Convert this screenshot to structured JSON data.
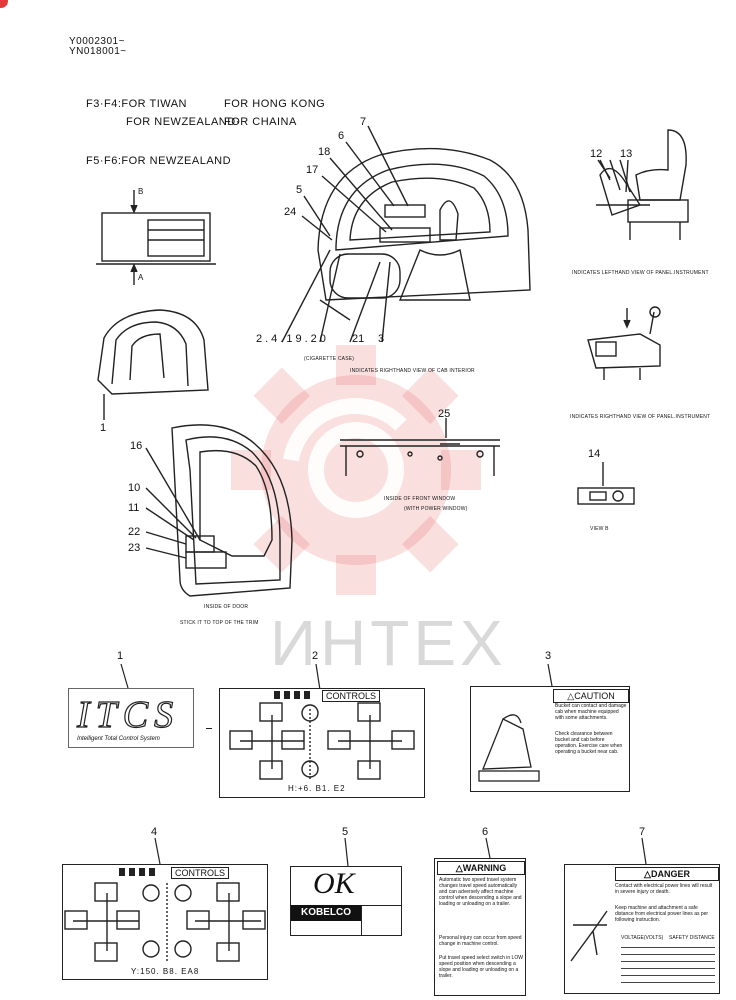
{
  "serials": [
    "Y0002301~",
    "YN018001~"
  ],
  "notes": {
    "f3f4_line1a": "F3·F4:FOR TIWAN",
    "f3f4_line1b": "FOR HONG KONG",
    "f3f4_line2a": "FOR NEWZEALAND·",
    "f3f4_line2b": "FOR CHAINA",
    "f5f6": "F5·F6:FOR NEWZEALAND"
  },
  "diagram": {
    "cab_interior_caption": "INDICATES RIGHTHAND VIEW OF CAB INTERIOR",
    "cigarette_case": "(CIGARETTE CASE)",
    "left_panel_caption": "INDICATES LEFTHAND VIEW OF PANEL.INSTRUMENT",
    "right_panel_caption": "INDICATES RIGHTHAND VIEW OF PANEL.INSTRUMENT",
    "front_window_caption": "INSIDE OF FRONT WINDOW",
    "front_window_sub": "(WITH POWER WINDOW)",
    "view_b": "VIEW B",
    "door_caption_1": "INSIDE OF DOOR",
    "door_caption_2": "STICK IT TO TOP OF THE TRIM",
    "callouts": {
      "n7": "7",
      "n6": "6",
      "n18": "18",
      "n17": "17",
      "n5": "5",
      "n24": "24",
      "bottom_group": "2.4.19.20",
      "n21": "21",
      "n3": "3",
      "n12": "12",
      "n13": "13",
      "n25": "25",
      "n14": "14",
      "n16": "16",
      "n10": "10",
      "n11": "11",
      "n22": "22",
      "n23": "23",
      "n1": "1",
      "arrow_b": "B",
      "arrow_a": "A"
    }
  },
  "labels": {
    "l1": {
      "num": "1",
      "logo": "ITCS",
      "sub": "Intelligent Total Control System"
    },
    "l2": {
      "num": "2",
      "title": "CONTROLS",
      "code": "H:+6. B1. E2"
    },
    "l3": {
      "num": "3",
      "title": "CAUTION",
      "text1": "Bucket can contact and damage cab when machine equipped with some attachments.",
      "text2": "Check clearance between bucket and cab before operation. Exercise care when operating a bucket near cab."
    },
    "l4": {
      "num": "4",
      "title": "CONTROLS",
      "code": "Y:150. B8. EA8"
    },
    "l5": {
      "num": "5",
      "mark": "OK",
      "brand": "KOBELCO"
    },
    "l6": {
      "num": "6",
      "title": "WARNING",
      "text1": "Automatic two speed travel system changes travel speed automatically and can adversely affect machine control when descending a slope and loading or unloading on a trailer.",
      "text2": "Personal injury can occur from speed change in machine control.",
      "text3": "Put travel speed select switch in LOW speed position when descending a slope and loading or unloading on a trailer."
    },
    "l7": {
      "num": "7",
      "title": "DANGER",
      "text1": "Contact with electrical power lines will result in severe injury or death.",
      "text2": "Keep machine and attachment a safe distance from electrical power lines as per following instruction.",
      "col_a": "VOLTAGE(VOLTS)",
      "col_b": "SAFETY DISTANCE"
    }
  },
  "watermark": "ИНТЕХ",
  "colors": {
    "ink": "#111111",
    "watermark": "#e23a3a"
  }
}
